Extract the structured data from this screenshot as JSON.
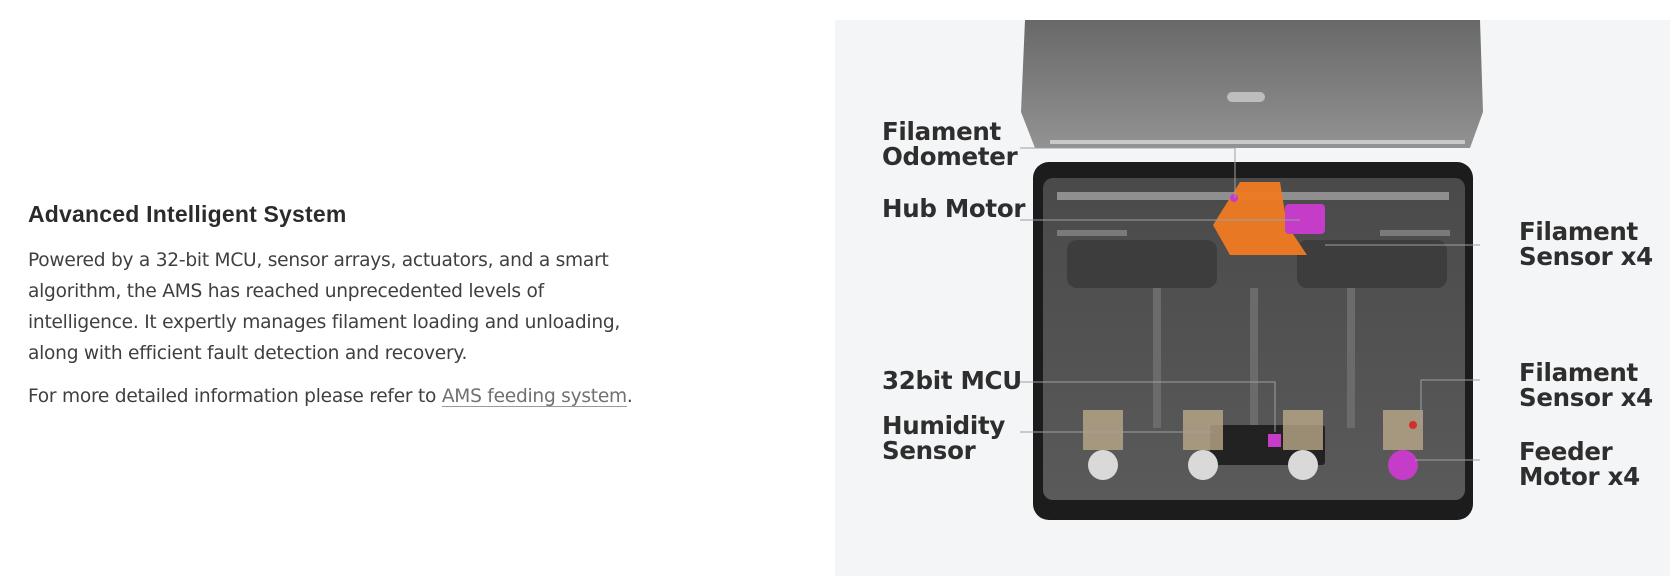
{
  "section": {
    "heading": "Advanced Intelligent System",
    "body": "Powered by a 32-bit MCU, sensor arrays, actuators, and a smart algorithm, the AMS has reached unprecedented levels of intelligence. It expertly manages filament loading and unloading, along with efficient fault detection and recovery.",
    "more_prefix": "For more detailed information please refer to ",
    "more_link": "AMS feeding system",
    "more_suffix": "."
  },
  "figure": {
    "labels": {
      "filament_odometer": "Filament\nOdometer",
      "hub_motor": "Hub Motor",
      "mcu": "32bit MCU",
      "humidity_sensor": "Humidity\nSensor",
      "filament_sensor_top": "Filament\nSensor x4",
      "filament_sensor_bottom": "Filament\nSensor x4",
      "feeder_motor": "Feeder\nMotor x4"
    },
    "colors": {
      "hub_part": "#f07a22",
      "motor_accent": "#c53cc8",
      "leader_line": "#9aa0a6"
    }
  }
}
